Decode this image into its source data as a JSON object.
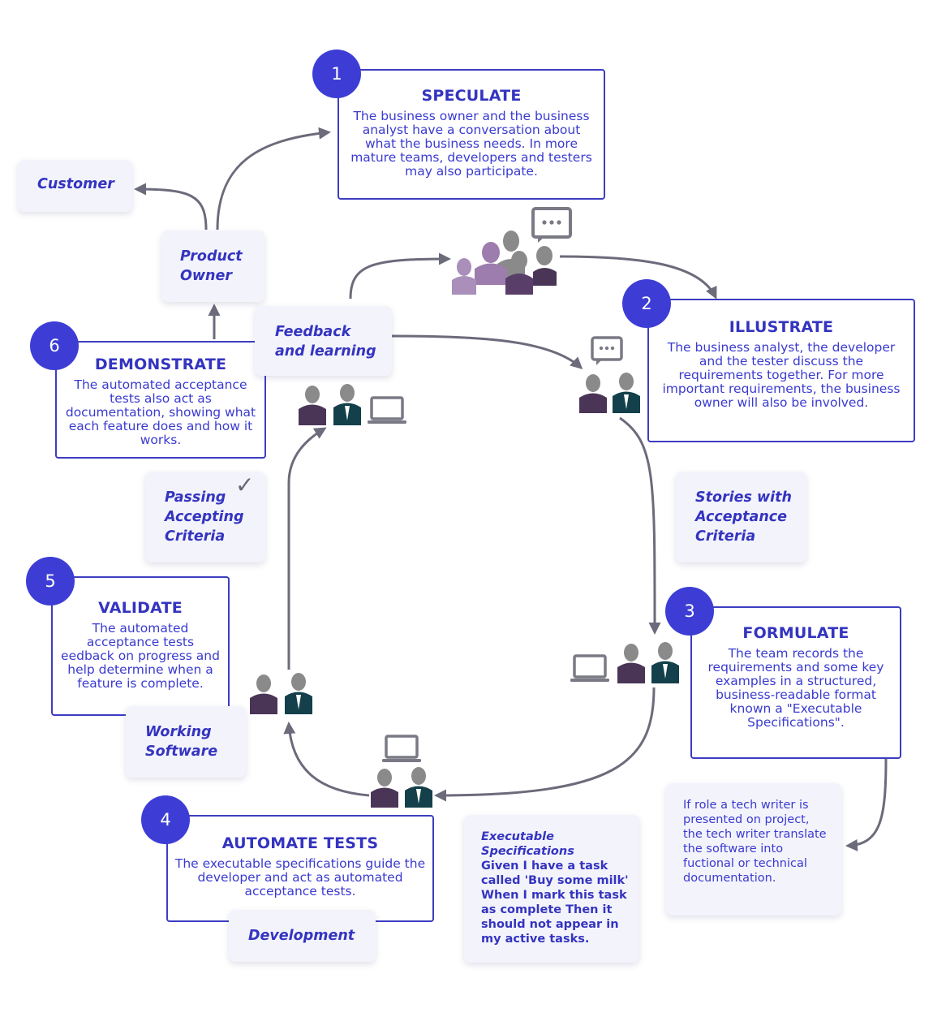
{
  "steps": [
    {
      "number": "1",
      "title": "SPECULATE",
      "description": "The business owner and the business analyst have a conversation about what the business needs. In more mature teams, developers and testers may also participate."
    },
    {
      "number": "2",
      "title": "ILLUSTRATE",
      "description": "The business analyst, the developer and the tester discuss the requirements together. For more important requirements, the business owner will also be involved."
    },
    {
      "number": "3",
      "title": "FORMULATE",
      "description": "The team records the requirements and some key examples in a structured, business-readable format known a \"Executable Specifications\"."
    },
    {
      "number": "4",
      "title": "AUTOMATE TESTS",
      "description": "The executable specifications guide the developer and act as automated acceptance tests."
    },
    {
      "number": "5",
      "title": "VALIDATE",
      "description": "The automated acceptance tests eedback on progress and help determine when a feature is complete."
    },
    {
      "number": "6",
      "title": "DEMONSTRATE",
      "description": "The automated acceptance tests also act as documentation, showing what each feature does and how it works."
    }
  ],
  "labels": {
    "customer": "Customer",
    "product_owner": "Product\nOwner",
    "feedback": "Feedback\nand learning",
    "stories": "Stories with\nAcceptance\nCriteria",
    "passing": "Passing\nAccepting\nCriteria",
    "working": "Working\nSoftware",
    "development": "Development"
  },
  "notes": {
    "tech_writer": "If role a tech writer is presented on project, the tech writer translate the software into fuctional or technical documentation.",
    "exec_title": "Executable\nSpecifications",
    "exec_body": "Given I have a task called 'Buy some milk' When I mark this task as complete Then it should not appear in my active tasks."
  },
  "icons": {
    "speech_bubble": "⋯",
    "check": "✓"
  },
  "colors": {
    "accent": "#3d3dd6",
    "text": "#3434c0",
    "card_bg": "#f3f3fc",
    "arrow": "#6b6b7b",
    "person_purple": "#4a3556",
    "person_teal": "#13404a",
    "person_lilac": "#9a7aaa",
    "head_gray": "#858585"
  }
}
